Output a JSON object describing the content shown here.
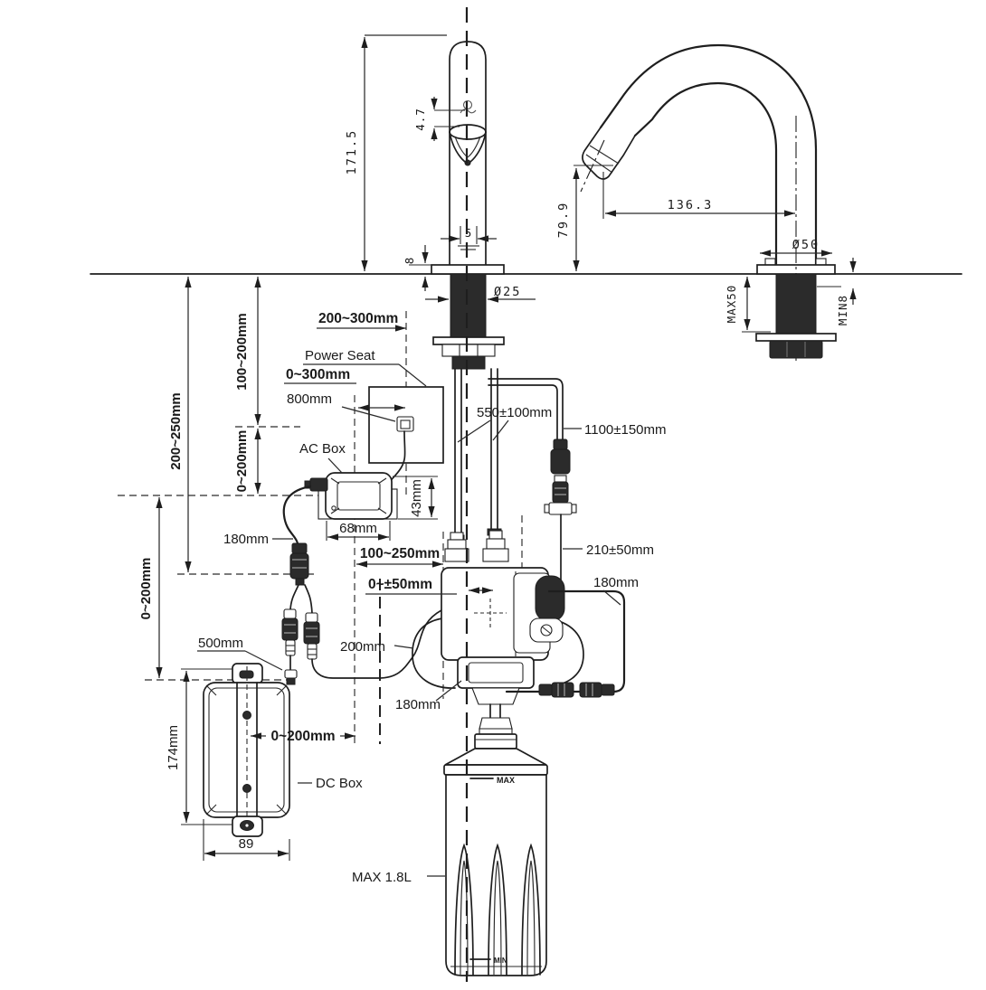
{
  "colors": {
    "line": "#1e1e1e",
    "dark_fill": "#2b2b2b",
    "text": "#1a1a1a",
    "background": "#ffffff"
  },
  "left_faucet": {
    "total_height": "171.5",
    "spout_drop": "4.7",
    "sensor_width": "5",
    "base_height": "8",
    "shank_diameter": "Ø25"
  },
  "right_faucet": {
    "spout_height": "79.9",
    "spout_reach": "136.3",
    "base_diameter": "Ø50",
    "deck_max": "MAX50",
    "deck_min": "MIN8"
  },
  "components": {
    "power_seat": "Power Seat",
    "ac_box": "AC Box",
    "dc_box": "DC Box",
    "bottle_capacity": "MAX 1.8L",
    "bottle_max": "MAX",
    "bottle_min": "MIN"
  },
  "dims": {
    "outlet_offset": "200~300mm",
    "outlet_range": "0~300mm",
    "cord_length": "800mm",
    "ac_height": "43mm",
    "ac_width": "68mm",
    "counter_gap": "100~200mm",
    "gap_mid": "0~200mm",
    "counter_drop": "200~250mm",
    "gap_left": "0~200mm",
    "cable_180_left": "180mm",
    "hose_length": "550±100mm",
    "sensor_cable": "1100±150mm",
    "valve_cable": "210±50mm",
    "valve_offset_h": "100~250mm",
    "valve_offset_c": "0~±50mm",
    "cable_180_right": "180mm",
    "cable_200": "200mm",
    "cable_180_bottom": "180mm",
    "dc_cable": "500mm",
    "dc_offset": "0~200mm",
    "dc_height": "174mm",
    "dc_width": "89"
  }
}
